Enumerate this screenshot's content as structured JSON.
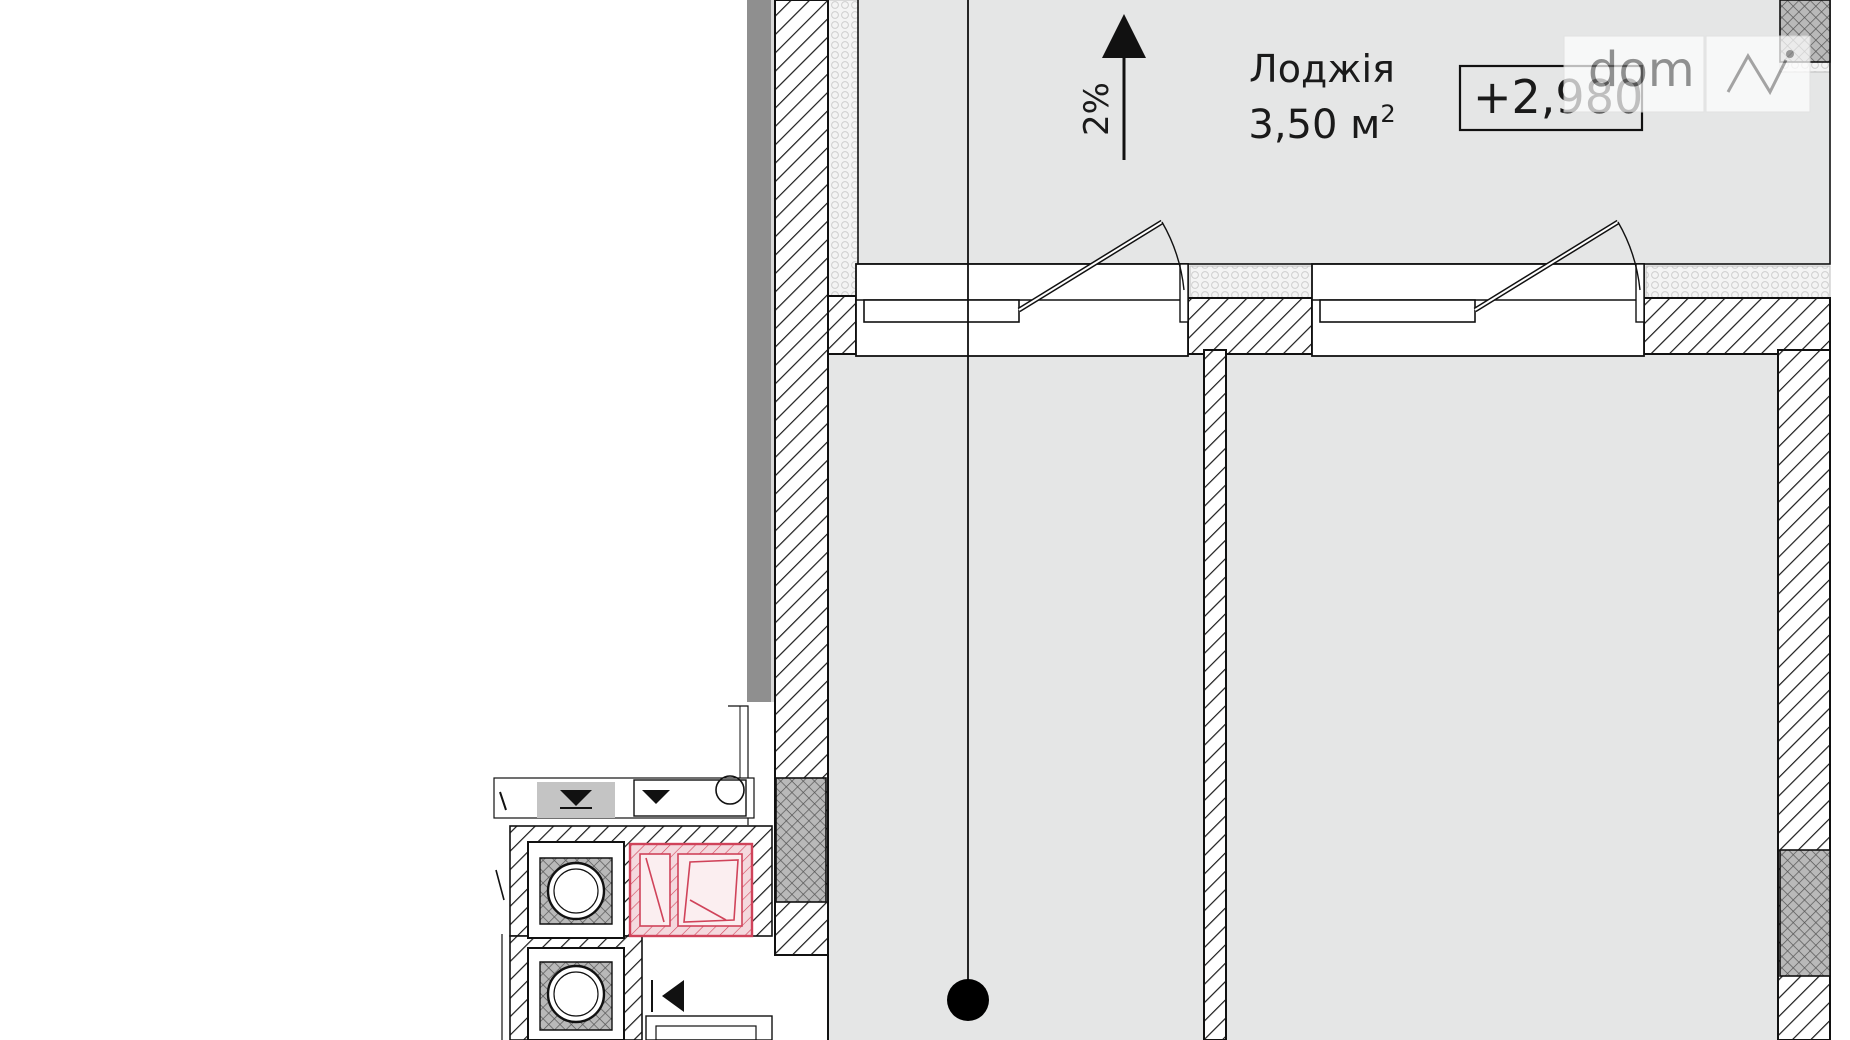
{
  "loggia": {
    "name": "Лоджія",
    "area_number": "3,50",
    "area_unit": "м",
    "area_sup": "2",
    "elevation": "+2,980",
    "slope": "2%"
  },
  "watermark": {
    "text": "dom"
  },
  "colors": {
    "floor": "#e5e6e6",
    "wall_hatch": "#1a1a1a",
    "insulation": "#f3f3f3",
    "column": "#9a9a9a",
    "duct_highlight": "#d0435a",
    "line": "#111111"
  },
  "icons": [
    "slope-arrow-icon",
    "riser-dot-icon",
    "ventilation-duct-icon",
    "watermark-logo-icon"
  ]
}
